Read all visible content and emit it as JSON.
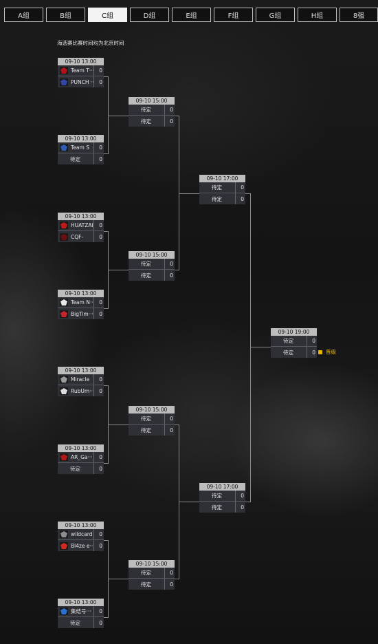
{
  "tabs": [
    "A组",
    "B组",
    "C组",
    "D组",
    "E组",
    "F组",
    "G组",
    "H组",
    "8强"
  ],
  "active_tab": "C组",
  "note": "海选赛比赛时间均为北京时间",
  "promotion_label": "晋级",
  "round1": [
    {
      "time": "09-10 13:00",
      "teams": [
        {
          "name": "Team T···",
          "score": "0",
          "logo": "red-emblem-icon"
        },
        {
          "name": "PUNCH ···",
          "score": "0",
          "logo": "blue-shield-icon"
        }
      ]
    },
    {
      "time": "09-10 13:00",
      "teams": [
        {
          "name": "Team S",
          "score": "0",
          "logo": "blue-wing-icon"
        },
        {
          "name": "待定",
          "score": "0",
          "logo": ""
        }
      ]
    },
    {
      "time": "09-10 13:00",
      "teams": [
        {
          "name": "HUATZAI",
          "score": "0",
          "logo": "red-figure-icon"
        },
        {
          "name": "CQF-",
          "score": "0",
          "logo": "dark-crest-icon"
        }
      ]
    },
    {
      "time": "09-10 13:00",
      "teams": [
        {
          "name": "Team N···",
          "score": "0",
          "logo": "white-badge-icon"
        },
        {
          "name": "BigTim···",
          "score": "0",
          "logo": "red-banner-icon"
        }
      ]
    },
    {
      "time": "09-10 13:00",
      "teams": [
        {
          "name": "Miracle",
          "score": "0",
          "logo": "gray-circle-icon"
        },
        {
          "name": "RubUm···",
          "score": "0",
          "logo": "white-round-icon"
        }
      ]
    },
    {
      "time": "09-10 13:00",
      "teams": [
        {
          "name": "AR_Ga···",
          "score": "0",
          "logo": "red-mask-icon"
        },
        {
          "name": "待定",
          "score": "0",
          "logo": ""
        }
      ]
    },
    {
      "time": "09-10 13:00",
      "teams": [
        {
          "name": "wildcard",
          "score": "0",
          "logo": "gray-plate-icon"
        },
        {
          "name": "Bl4ze e···",
          "score": "0",
          "logo": "red-flame-icon"
        }
      ]
    },
    {
      "time": "09-10 13:00",
      "teams": [
        {
          "name": "集结号···",
          "score": "0",
          "logo": "blue-beast-icon"
        },
        {
          "name": "待定",
          "score": "0",
          "logo": ""
        }
      ]
    }
  ],
  "round2": [
    {
      "time": "09-10 15:00",
      "teams": [
        {
          "name": "待定",
          "score": "0"
        },
        {
          "name": "待定",
          "score": "0"
        }
      ]
    },
    {
      "time": "09-10 15:00",
      "teams": [
        {
          "name": "待定",
          "score": "0"
        },
        {
          "name": "待定",
          "score": "0"
        }
      ]
    },
    {
      "time": "09-10 15:00",
      "teams": [
        {
          "name": "待定",
          "score": "0"
        },
        {
          "name": "待定",
          "score": "0"
        }
      ]
    },
    {
      "time": "09-10 15:00",
      "teams": [
        {
          "name": "待定",
          "score": "0"
        },
        {
          "name": "待定",
          "score": "0"
        }
      ]
    }
  ],
  "round3": [
    {
      "time": "09-10 17:00",
      "teams": [
        {
          "name": "待定",
          "score": "0"
        },
        {
          "name": "待定",
          "score": "0"
        }
      ]
    },
    {
      "time": "09-10 17:00",
      "teams": [
        {
          "name": "待定",
          "score": "0"
        },
        {
          "name": "待定",
          "score": "0"
        }
      ]
    }
  ],
  "final": {
    "time": "09-10 19:00",
    "teams": [
      {
        "name": "待定",
        "score": "0"
      },
      {
        "name": "待定",
        "score": "0"
      }
    ]
  },
  "logo_colors": {
    "red-emblem-icon": "#b3121a",
    "blue-shield-icon": "#3246a8",
    "blue-wing-icon": "#2c5bb8",
    "red-figure-icon": "#c01b1b",
    "dark-crest-icon": "#6a1010",
    "white-badge-icon": "#e8e8e8",
    "red-banner-icon": "#c8262c",
    "gray-circle-icon": "#9a9a9a",
    "white-round-icon": "#dcdcdc",
    "red-mask-icon": "#b01818",
    "gray-plate-icon": "#8d8d8d",
    "red-flame-icon": "#d02a20",
    "blue-beast-icon": "#2b6fd0"
  }
}
